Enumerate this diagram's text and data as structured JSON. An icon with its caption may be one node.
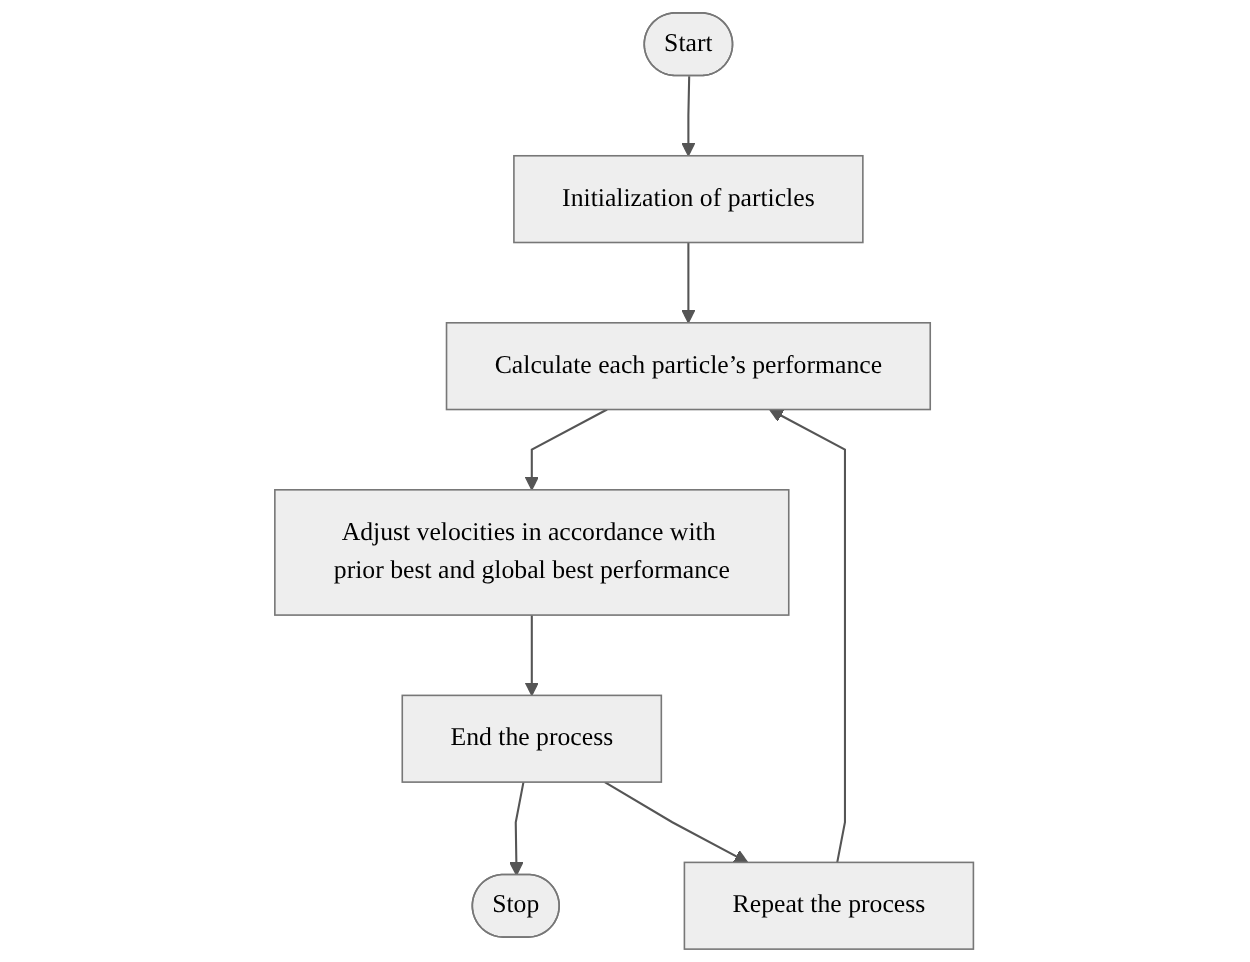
{
  "diagram": {
    "nodes": [
      {
        "text": [
          "Start"
        ]
      },
      {
        "text": [
          "Initialization of particles"
        ]
      },
      {
        "text": [
          "Calculate each particle’s performance"
        ]
      },
      {
        "text": [
          "Adjust velocities in accordance with prior best and global best performance"
        ]
      },
      {
        "text": [
          "End the process"
        ]
      },
      {
        "text": [
          "Stop"
        ]
      },
      {
        "text": [
          "Repeat the process"
        ]
      }
    ],
    "edges": [
      {
        "from": 0,
        "to": 1,
        "arrow": "to"
      },
      {
        "from": 1,
        "to": 2,
        "arrow": "to"
      },
      {
        "from": 2,
        "to": 3,
        "arrow": "to"
      },
      {
        "from": 3,
        "to": 4,
        "arrow": "to"
      },
      {
        "from": 4,
        "to": 5,
        "arrow": "to"
      },
      {
        "from": 4,
        "to": 6,
        "arrow": "to"
      },
      {
        "from": 6,
        "to": 2,
        "arrow": "to"
      }
    ]
  }
}
